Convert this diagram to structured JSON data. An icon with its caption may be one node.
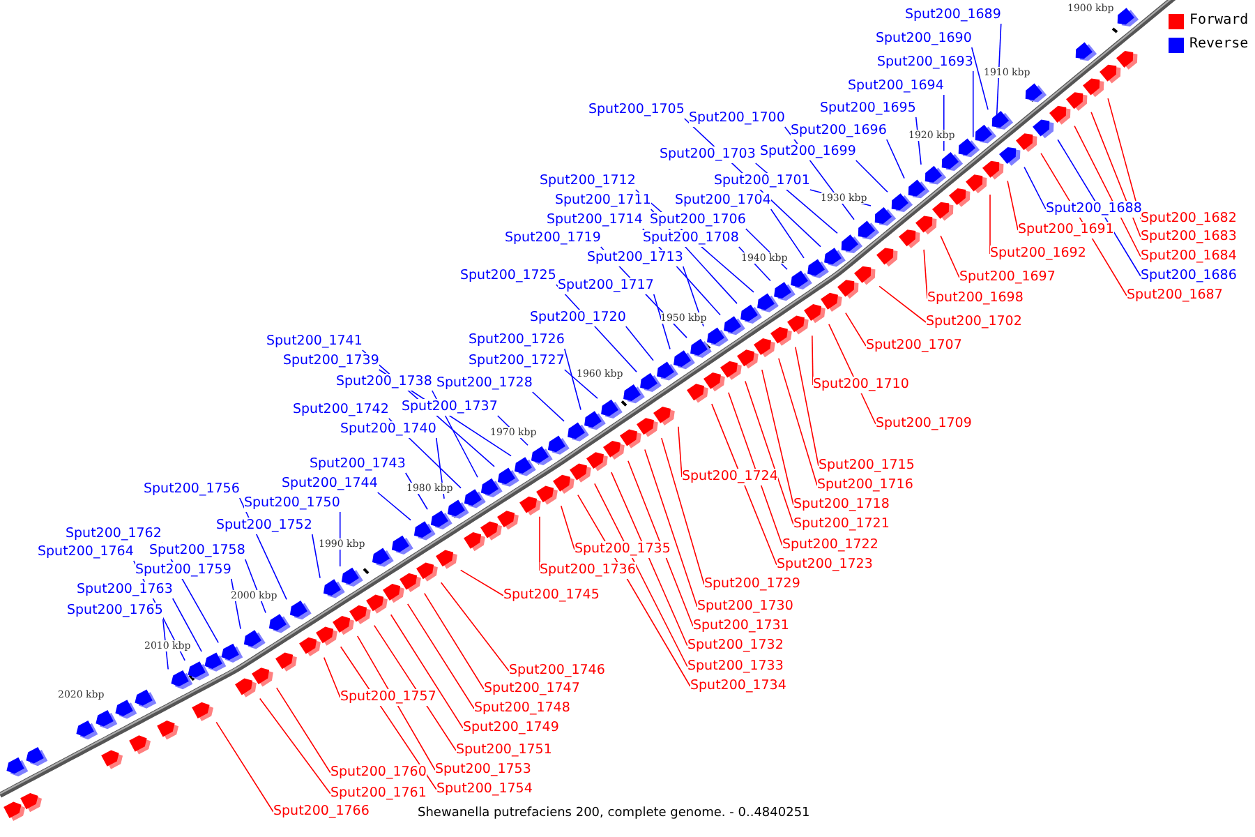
{
  "diagram": {
    "caption": "Shewanella putrefaciens 200, complete genome. - 0..4840251",
    "nodes": [
      {
        "text": [
          "Sput200_1689"
        ]
      },
      {
        "text": [
          "Sput200_1690"
        ]
      },
      {
        "text": [
          "Sput200_1693"
        ]
      },
      {
        "text": [
          "Sput200_1694"
        ]
      },
      {
        "text": [
          "Sput200_1695"
        ]
      },
      {
        "text": [
          "Sput200_1696"
        ]
      },
      {
        "text": [
          "Sput200_1705"
        ]
      },
      {
        "text": [
          "Sput200_1700"
        ]
      },
      {
        "text": [
          "Sput200_1699"
        ]
      },
      {
        "text": [
          "Sput200_1703"
        ]
      },
      {
        "text": [
          "Sput200_1701"
        ]
      },
      {
        "text": [
          "Sput200_1712"
        ]
      },
      {
        "text": [
          "Sput200_1704"
        ]
      },
      {
        "text": [
          "Sput200_1711"
        ]
      },
      {
        "text": [
          "Sput200_1714"
        ]
      },
      {
        "text": [
          "Sput200_1706"
        ]
      },
      {
        "text": [
          "Sput200_1719"
        ]
      },
      {
        "text": [
          "Sput200_1708"
        ]
      },
      {
        "text": [
          "Sput200_1713"
        ]
      },
      {
        "text": [
          "Sput200_1725"
        ]
      },
      {
        "text": [
          "Sput200_1717"
        ]
      },
      {
        "text": [
          "Sput200_1720"
        ]
      },
      {
        "text": [
          "Sput200_1726"
        ]
      },
      {
        "text": [
          "Sput200_1727"
        ]
      },
      {
        "text": [
          "Sput200_1741"
        ]
      },
      {
        "text": [
          "Sput200_1739"
        ]
      },
      {
        "text": [
          "Sput200_1738"
        ]
      },
      {
        "text": [
          "Sput200_1728"
        ]
      },
      {
        "text": [
          "Sput200_1737"
        ]
      },
      {
        "text": [
          "Sput200_1742"
        ]
      },
      {
        "text": [
          "Sput200_1740"
        ]
      },
      {
        "text": [
          "Sput200_1743"
        ]
      },
      {
        "text": [
          "Sput200_1744"
        ]
      },
      {
        "text": [
          "Sput200_1756"
        ]
      },
      {
        "text": [
          "Sput200_1750"
        ]
      },
      {
        "text": [
          "Sput200_1752"
        ]
      },
      {
        "text": [
          "Sput200_1762"
        ]
      },
      {
        "text": [
          "Sput200_1758"
        ]
      },
      {
        "text": [
          "Sput200_1764"
        ]
      },
      {
        "text": [
          "Sput200_1759"
        ]
      },
      {
        "text": [
          "Sput200_1763"
        ]
      },
      {
        "text": [
          "Sput200_1765"
        ]
      },
      {
        "text": [
          "Sput200_1688"
        ]
      },
      {
        "text": [
          "Sput200_1686"
        ]
      },
      {
        "text": [
          "Sput200_1682"
        ]
      },
      {
        "text": [
          "Sput200_1683"
        ]
      },
      {
        "text": [
          "Sput200_1684"
        ]
      },
      {
        "text": [
          "Sput200_1687"
        ]
      },
      {
        "text": [
          "Sput200_1691"
        ]
      },
      {
        "text": [
          "Sput200_1692"
        ]
      },
      {
        "text": [
          "Sput200_1697"
        ]
      },
      {
        "text": [
          "Sput200_1698"
        ]
      },
      {
        "text": [
          "Sput200_1702"
        ]
      },
      {
        "text": [
          "Sput200_1707"
        ]
      },
      {
        "text": [
          "Sput200_1710"
        ]
      },
      {
        "text": [
          "Sput200_1709"
        ]
      },
      {
        "text": [
          "Sput200_1715"
        ]
      },
      {
        "text": [
          "Sput200_1716"
        ]
      },
      {
        "text": [
          "Sput200_1718"
        ]
      },
      {
        "text": [
          "Sput200_1721"
        ]
      },
      {
        "text": [
          "Sput200_1722"
        ]
      },
      {
        "text": [
          "Sput200_1723"
        ]
      },
      {
        "text": [
          "Sput200_1724"
        ]
      },
      {
        "text": [
          "Sput200_1735"
        ]
      },
      {
        "text": [
          "Sput200_1736"
        ]
      },
      {
        "text": [
          "Sput200_1729"
        ]
      },
      {
        "text": [
          "Sput200_1730"
        ]
      },
      {
        "text": [
          "Sput200_1731"
        ]
      },
      {
        "text": [
          "Sput200_1732"
        ]
      },
      {
        "text": [
          "Sput200_1733"
        ]
      },
      {
        "text": [
          "Sput200_1734"
        ]
      },
      {
        "text": [
          "Sput200_1745"
        ]
      },
      {
        "text": [
          "Sput200_1746"
        ]
      },
      {
        "text": [
          "Sput200_1747"
        ]
      },
      {
        "text": [
          "Sput200_1748"
        ]
      },
      {
        "text": [
          "Sput200_1749"
        ]
      },
      {
        "text": [
          "Sput200_1751"
        ]
      },
      {
        "text": [
          "Sput200_1753"
        ]
      },
      {
        "text": [
          "Sput200_1754"
        ]
      },
      {
        "text": [
          "Sput200_1757"
        ]
      },
      {
        "text": [
          "Sput200_1760"
        ]
      },
      {
        "text": [
          "Sput200_1761"
        ]
      },
      {
        "text": [
          "Sput200_1766"
        ]
      },
      {
        "text": [],
        "shape": "pentagon"
      },
      {
        "text": [],
        "shape": "pentagon"
      },
      {
        "text": [],
        "shape": "pentagon"
      },
      {
        "text": [],
        "shape": "pentagon"
      },
      {
        "text": [],
        "shape": "pentagon"
      },
      {
        "text": [],
        "shape": "pentagon"
      },
      {
        "text": [],
        "shape": "pentagon"
      },
      {
        "text": [],
        "shape": "pentagon"
      },
      {
        "text": [],
        "shape": "pentagon"
      },
      {
        "text": [],
        "shape": "pentagon"
      },
      {
        "text": [],
        "shape": "pentagon"
      },
      {
        "text": [],
        "shape": "pentagon"
      },
      {
        "text": [],
        "shape": "pentagon"
      },
      {
        "text": [],
        "shape": "pentagon"
      },
      {
        "text": [],
        "shape": "pentagon"
      },
      {
        "text": [],
        "shape": "pentagon"
      },
      {
        "text": [],
        "shape": "pentagon"
      },
      {
        "text": [],
        "shape": "pentagon"
      },
      {
        "text": [],
        "shape": "pentagon"
      },
      {
        "text": [],
        "shape": "pentagon"
      },
      {
        "text": [],
        "shape": "pentagon"
      },
      {
        "text": [],
        "shape": "pentagon"
      },
      {
        "text": [],
        "shape": "pentagon"
      },
      {
        "text": [],
        "shape": "pentagon"
      },
      {
        "text": [],
        "shape": "pentagon"
      },
      {
        "text": [],
        "shape": "pentagon"
      },
      {
        "text": [],
        "shape": "pentagon"
      },
      {
        "text": [],
        "shape": "pentagon"
      },
      {
        "text": [],
        "shape": "pentagon"
      },
      {
        "text": [],
        "shape": "pentagon"
      },
      {
        "text": [],
        "shape": "pentagon"
      },
      {
        "text": [],
        "shape": "pentagon"
      },
      {
        "text": [],
        "shape": "pentagon"
      },
      {
        "text": [],
        "shape": "pentagon"
      },
      {
        "text": [],
        "shape": "pentagon"
      },
      {
        "text": [],
        "shape": "pentagon"
      },
      {
        "text": [],
        "shape": "pentagon"
      },
      {
        "text": [],
        "shape": "pentagon"
      },
      {
        "text": [],
        "shape": "pentagon"
      },
      {
        "text": [],
        "shape": "pentagon"
      },
      {
        "text": [],
        "shape": "pentagon"
      },
      {
        "text": [],
        "shape": "pentagon"
      },
      {
        "text": [],
        "shape": "pentagon"
      },
      {
        "text": [],
        "shape": "pentagon"
      },
      {
        "text": [],
        "shape": "pentagon"
      },
      {
        "text": [],
        "shape": "pentagon"
      },
      {
        "text": [],
        "shape": "pentagon"
      },
      {
        "text": [],
        "shape": "pentagon"
      },
      {
        "text": [],
        "shape": "pentagon"
      },
      {
        "text": [],
        "shape": "pentagon"
      },
      {
        "text": [],
        "shape": "pentagon"
      },
      {
        "text": [],
        "shape": "pentagon"
      },
      {
        "text": [],
        "shape": "pentagon"
      },
      {
        "text": [],
        "shape": "pentagon"
      },
      {
        "text": [],
        "shape": "pentagon"
      },
      {
        "text": [],
        "shape": "pentagon"
      },
      {
        "text": [],
        "shape": "pentagon"
      },
      {
        "text": [],
        "shape": "pentagon"
      },
      {
        "text": [],
        "shape": "pentagon"
      },
      {
        "text": [],
        "shape": "pentagon"
      },
      {
        "text": [],
        "shape": "pentagon"
      },
      {
        "text": [],
        "shape": "pentagon"
      },
      {
        "text": [],
        "shape": "pentagon"
      },
      {
        "text": [],
        "shape": "pentagon"
      },
      {
        "text": [],
        "shape": "pentagon"
      },
      {
        "text": [],
        "shape": "pentagon"
      },
      {
        "text": [],
        "shape": "pentagon"
      },
      {
        "text": [],
        "shape": "pentagon"
      },
      {
        "text": [],
        "shape": "pentagon"
      },
      {
        "text": [],
        "shape": "pentagon"
      },
      {
        "text": [],
        "shape": "pentagon"
      },
      {
        "text": [],
        "shape": "pentagon"
      },
      {
        "text": [],
        "shape": "pentagon"
      },
      {
        "text": [],
        "shape": "pentagon"
      },
      {
        "text": [],
        "shape": "pentagon"
      },
      {
        "text": [],
        "shape": "pentagon"
      },
      {
        "text": [],
        "shape": "pentagon"
      },
      {
        "text": [],
        "shape": "pentagon"
      },
      {
        "text": [],
        "shape": "pentagon"
      },
      {
        "text": [],
        "shape": "pentagon"
      },
      {
        "text": [],
        "shape": "pentagon"
      },
      {
        "text": [],
        "shape": "pentagon"
      },
      {
        "text": [],
        "shape": "pentagon"
      },
      {
        "text": [],
        "shape": "pentagon"
      },
      {
        "text": [],
        "shape": "pentagon"
      },
      {
        "text": [],
        "shape": "pentagon"
      },
      {
        "text": [],
        "shape": "pentagon"
      },
      {
        "text": [],
        "shape": "pentagon"
      },
      {
        "text": [],
        "shape": "pentagon"
      },
      {
        "text": [],
        "shape": "pentagon"
      },
      {
        "text": [],
        "shape": "pentagon"
      },
      {
        "text": [],
        "shape": "pentagon"
      },
      {
        "text": [],
        "shape": "pentagon"
      },
      {
        "text": [],
        "shape": "pentagon"
      },
      {
        "text": [],
        "shape": "pentagon"
      },
      {
        "text": [],
        "shape": "pentagon"
      },
      {
        "text": [],
        "shape": "pentagon"
      },
      {
        "text": [],
        "shape": "pentagon"
      },
      {
        "text": [],
        "shape": "pentagon"
      },
      {
        "text": [],
        "shape": "pentagon"
      },
      {
        "text": [],
        "shape": "pentagon"
      },
      {
        "text": [],
        "shape": "pentagon"
      },
      {
        "text": [],
        "shape": "pentagon"
      },
      {
        "text": [],
        "shape": "pentagon"
      },
      {
        "text": [],
        "shape": "pentagon"
      },
      {
        "text": [],
        "shape": "pentagon"
      },
      {
        "text": [],
        "shape": "pentagon"
      },
      {
        "text": [],
        "shape": "pentagon"
      },
      {
        "text": [],
        "shape": "pentagon"
      },
      {
        "text": [],
        "shape": "pentagon"
      },
      {
        "text": [],
        "shape": "pentagon"
      }
    ],
    "edges": [
      {
        "from": 0,
        "to": 83,
        "arrow": "none"
      },
      {
        "from": 1,
        "to": 84,
        "arrow": "none"
      },
      {
        "from": 2,
        "to": 85,
        "arrow": "none"
      },
      {
        "from": 3,
        "to": 86,
        "arrow": "none"
      },
      {
        "from": 4,
        "to": 87,
        "arrow": "none"
      },
      {
        "from": 5,
        "to": 88,
        "arrow": "none"
      },
      {
        "from": 6,
        "to": 89,
        "arrow": "none"
      },
      {
        "from": 7,
        "to": 90,
        "arrow": "none"
      },
      {
        "from": 8,
        "to": 91,
        "arrow": "none"
      },
      {
        "from": 9,
        "to": 92,
        "arrow": "none"
      },
      {
        "from": 10,
        "to": 93,
        "arrow": "none"
      },
      {
        "from": 11,
        "to": 94,
        "arrow": "none"
      },
      {
        "from": 12,
        "to": 95,
        "arrow": "none"
      },
      {
        "from": 13,
        "to": 96,
        "arrow": "none"
      },
      {
        "from": 14,
        "to": 97,
        "arrow": "none"
      },
      {
        "from": 15,
        "to": 98,
        "arrow": "none"
      },
      {
        "from": 16,
        "to": 99,
        "arrow": "none"
      },
      {
        "from": 17,
        "to": 100,
        "arrow": "none"
      },
      {
        "from": 18,
        "to": 101,
        "arrow": "none"
      },
      {
        "from": 19,
        "to": 102,
        "arrow": "none"
      },
      {
        "from": 20,
        "to": 103,
        "arrow": "none"
      },
      {
        "from": 21,
        "to": 104,
        "arrow": "none"
      },
      {
        "from": 22,
        "to": 105,
        "arrow": "none"
      },
      {
        "from": 23,
        "to": 106,
        "arrow": "none"
      },
      {
        "from": 24,
        "to": 107,
        "arrow": "none"
      },
      {
        "from": 25,
        "to": 108,
        "arrow": "none"
      },
      {
        "from": 26,
        "to": 109,
        "arrow": "none"
      },
      {
        "from": 27,
        "to": 110,
        "arrow": "none"
      },
      {
        "from": 28,
        "to": 111,
        "arrow": "none"
      },
      {
        "from": 29,
        "to": 112,
        "arrow": "none"
      },
      {
        "from": 30,
        "to": 113,
        "arrow": "none"
      },
      {
        "from": 31,
        "to": 114,
        "arrow": "none"
      },
      {
        "from": 32,
        "to": 115,
        "arrow": "none"
      },
      {
        "from": 33,
        "to": 116,
        "arrow": "none"
      },
      {
        "from": 34,
        "to": 117,
        "arrow": "none"
      },
      {
        "from": 35,
        "to": 118,
        "arrow": "none"
      },
      {
        "from": 36,
        "to": 119,
        "arrow": "none"
      },
      {
        "from": 37,
        "to": 120,
        "arrow": "none"
      },
      {
        "from": 38,
        "to": 121,
        "arrow": "none"
      },
      {
        "from": 39,
        "to": 122,
        "arrow": "none"
      },
      {
        "from": 40,
        "to": 123,
        "arrow": "none"
      },
      {
        "from": 41,
        "to": 124,
        "arrow": "none"
      },
      {
        "from": 42,
        "to": 125,
        "arrow": "none"
      },
      {
        "from": 43,
        "to": 126,
        "arrow": "none"
      },
      {
        "from": 44,
        "to": 127,
        "arrow": "none",
        "color": "#ff0000"
      },
      {
        "from": 45,
        "to": 128,
        "arrow": "none",
        "color": "#ff0000"
      },
      {
        "from": 46,
        "to": 129,
        "arrow": "none",
        "color": "#ff0000"
      },
      {
        "from": 47,
        "to": 130,
        "arrow": "none",
        "color": "#ff0000"
      },
      {
        "from": 48,
        "to": 131,
        "arrow": "none",
        "color": "#ff0000"
      },
      {
        "from": 49,
        "to": 132,
        "arrow": "none",
        "color": "#ff0000"
      },
      {
        "from": 50,
        "to": 133,
        "arrow": "none",
        "color": "#ff0000"
      },
      {
        "from": 51,
        "to": 134,
        "arrow": "none",
        "color": "#ff0000"
      },
      {
        "from": 52,
        "to": 135,
        "arrow": "none",
        "color": "#ff0000"
      },
      {
        "from": 53,
        "to": 136,
        "arrow": "none",
        "color": "#ff0000"
      },
      {
        "from": 54,
        "to": 137,
        "arrow": "none",
        "color": "#ff0000"
      },
      {
        "from": 55,
        "to": 138,
        "arrow": "none",
        "color": "#ff0000"
      },
      {
        "from": 56,
        "to": 139,
        "arrow": "none",
        "color": "#ff0000"
      },
      {
        "from": 57,
        "to": 140,
        "arrow": "none",
        "color": "#ff0000"
      },
      {
        "from": 58,
        "to": 141,
        "arrow": "none",
        "color": "#ff0000"
      },
      {
        "from": 59,
        "to": 142,
        "arrow": "none",
        "color": "#ff0000"
      },
      {
        "from": 60,
        "to": 143,
        "arrow": "none",
        "color": "#ff0000"
      },
      {
        "from": 61,
        "to": 144,
        "arrow": "none",
        "color": "#ff0000"
      },
      {
        "from": 62,
        "to": 145,
        "arrow": "none",
        "color": "#ff0000"
      },
      {
        "from": 63,
        "to": 146,
        "arrow": "none",
        "color": "#ff0000"
      },
      {
        "from": 64,
        "to": 147,
        "arrow": "none",
        "color": "#ff0000"
      },
      {
        "from": 65,
        "to": 148,
        "arrow": "none",
        "color": "#ff0000"
      },
      {
        "from": 66,
        "to": 149,
        "arrow": "none",
        "color": "#ff0000"
      },
      {
        "from": 67,
        "to": 150,
        "arrow": "none",
        "color": "#ff0000"
      },
      {
        "from": 68,
        "to": 151,
        "arrow": "none",
        "color": "#ff0000"
      },
      {
        "from": 69,
        "to": 152,
        "arrow": "none",
        "color": "#ff0000"
      },
      {
        "from": 70,
        "to": 153,
        "arrow": "none",
        "color": "#ff0000"
      },
      {
        "from": 71,
        "to": 154,
        "arrow": "none",
        "color": "#ff0000"
      },
      {
        "from": 72,
        "to": 155,
        "arrow": "none",
        "color": "#ff0000"
      },
      {
        "from": 73,
        "to": 156,
        "arrow": "none",
        "color": "#ff0000"
      },
      {
        "from": 74,
        "to": 157,
        "arrow": "none",
        "color": "#ff0000"
      },
      {
        "from": 75,
        "to": 158,
        "arrow": "none",
        "color": "#ff0000"
      },
      {
        "from": 76,
        "to": 159,
        "arrow": "none",
        "color": "#ff0000"
      },
      {
        "from": 77,
        "to": 160,
        "arrow": "none",
        "color": "#ff0000"
      },
      {
        "from": 78,
        "to": 161,
        "arrow": "none",
        "color": "#ff0000"
      },
      {
        "from": 79,
        "to": 162,
        "arrow": "none",
        "color": "#ff0000"
      },
      {
        "from": 80,
        "to": 163,
        "arrow": "none",
        "color": "#ff0000"
      },
      {
        "from": 81,
        "to": 164,
        "arrow": "none",
        "color": "#ff0000"
      },
      {
        "from": 82,
        "to": 165,
        "arrow": "none",
        "color": "#ff0000"
      }
    ],
    "labels": [
      "1900 kbp",
      "1910 kbp",
      "1920 kbp",
      "1930 kbp",
      "1940 kbp",
      "1950 kbp",
      "1960 kbp",
      "1970 kbp",
      "1980 kbp",
      "1990 kbp",
      "2000 kbp",
      "2010 kbp",
      "2020 kbp"
    ],
    "legend": [
      {
        "text": "Forward",
        "color": "#ff0000"
      },
      {
        "text": "Reverse",
        "color": "#0000ff"
      }
    ]
  }
}
